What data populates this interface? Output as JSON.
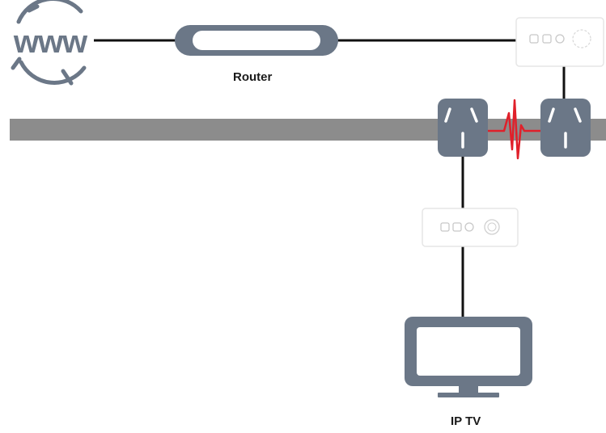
{
  "labels": {
    "globe": "www",
    "router": "Router",
    "tv": "IP TV"
  },
  "colors": {
    "device_gray": "#6b7787",
    "wall_gray": "#8c8c8c",
    "cable": "#111111",
    "powerline_signal": "#e0202a",
    "adapter_outline": "#e6e6e6"
  },
  "icons": [
    "globe-icon",
    "router-icon",
    "powerline-adapter-icon",
    "wall-socket-icon",
    "signal-wave-icon",
    "tv-icon"
  ]
}
